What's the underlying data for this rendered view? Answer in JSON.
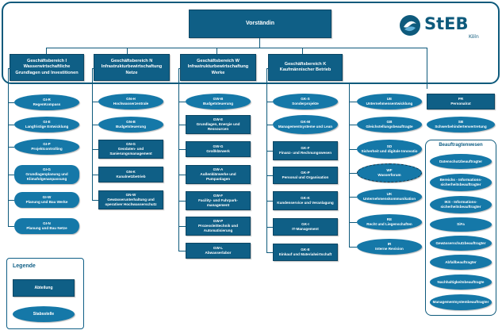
{
  "top": {
    "label": "Vorständin"
  },
  "logo": {
    "text": "StEB",
    "sub": "Köln",
    "color": "#0e5a7c"
  },
  "geschaeftsbereiche": [
    {
      "title": "Geschäftsbereich I",
      "sub": "Wasserwirtschaftliche Grundlagen und Investitionen"
    },
    {
      "title": "Geschäftsbereich N",
      "sub": "Infrastrukturbewirtschaftung Netze"
    },
    {
      "title": "Geschäftsbereich W",
      "sub": "Infrastrukturbewirtschaftung Werke"
    },
    {
      "title": "Geschäftsbereich K",
      "sub": "Kaufmännischer Betrieb"
    }
  ],
  "col_i": [
    {
      "code": "GI-R",
      "name": "RegenKompass"
    },
    {
      "code": "GI-E",
      "name": "Langfristige Entwicklung"
    },
    {
      "code": "GI-P",
      "name": "Projektcontrolling"
    },
    {
      "code": "GI-G",
      "name": "Grundlagenplanung und Klimafolgenanpassung"
    },
    {
      "code": "GI-W",
      "name": "Planung und Bau Werke"
    },
    {
      "code": "GI-N",
      "name": "Planung und Bau Netze"
    }
  ],
  "col_n": [
    {
      "code": "GN-H",
      "name": "Hochwasserzentrale"
    },
    {
      "code": "GN-B",
      "name": "Budgetsteuerung"
    },
    {
      "code": "GN-G",
      "name": "Geodaten- und Sanierungsmanagement"
    },
    {
      "code": "GN-K",
      "name": "Kanalnetzbetrieb"
    },
    {
      "code": "GN-W",
      "name": "Gewässerunterhaltung und operativer Hochwasserschutz"
    }
  ],
  "col_w": [
    {
      "code": "GW-B",
      "name": "Budgetsteuerung"
    },
    {
      "code": "GW-E",
      "name": "Grundlagen, Energie und Ressourcen"
    },
    {
      "code": "GW-G",
      "name": "Großklärwerk"
    },
    {
      "code": "GW-A",
      "name": "Außenklärwerke und Pumpanlagen"
    },
    {
      "code": "GW-F",
      "name": "Facility- und Fuhrpark-management"
    },
    {
      "code": "GW-P",
      "name": "Prozessleittechnik und Automatisierung"
    },
    {
      "code": "GW-L",
      "name": "Abwasserlabor"
    }
  ],
  "col_k": [
    {
      "code": "GK-S",
      "name": "Sonderprojekte"
    },
    {
      "code": "GK-M",
      "name": "Managementsysteme und Lean"
    },
    {
      "code": "GK-F",
      "name": "Finanz- und Rechnungswesen"
    },
    {
      "code": "GK-P",
      "name": "Personal und Organisation"
    },
    {
      "code": "GK-K",
      "name": "Kundenservice und Veranlagung"
    },
    {
      "code": "GK-I",
      "name": "IT-Management"
    },
    {
      "code": "GK-E",
      "name": "Einkauf und Materialwirtschaft"
    }
  ],
  "stabs": [
    {
      "code": "UE",
      "name": "Unternehmensentwicklung"
    },
    {
      "code": "GB",
      "name": "Gleichstellungsbeauftragte"
    },
    {
      "code": "SD",
      "name": "Sicherheit und digitale Innovatio"
    },
    {
      "code": "WF",
      "name": "Wasserforum"
    },
    {
      "code": "UK",
      "name": "Unternehmenskommunikation"
    },
    {
      "code": "RE",
      "name": "Recht und Liegenschaften"
    },
    {
      "code": "IR",
      "name": "Interne Revision"
    }
  ],
  "right_top": [
    {
      "code": "PR",
      "name": "Personalrat"
    },
    {
      "code": "SB",
      "name": "Schwerbehindertenvertretung"
    }
  ],
  "beauftragte": {
    "title": "Beauftragtenwesen",
    "items": [
      "Datenschutzbeauftragter",
      "Bereichs - Informations-sicherheitsbeauftragter",
      "IKS - Informations-sicherheitsbeauftragter",
      "SiFa",
      "Gewässerschutzbeauftragter",
      "Abfallbeauftragter",
      "Nachhaltigkeitsbeauftragte",
      "Managementsystembeauftragter"
    ]
  },
  "legend": {
    "title": "Legende",
    "abteilung": "Abteilung",
    "stabsstelle": "Stabsstelle"
  }
}
